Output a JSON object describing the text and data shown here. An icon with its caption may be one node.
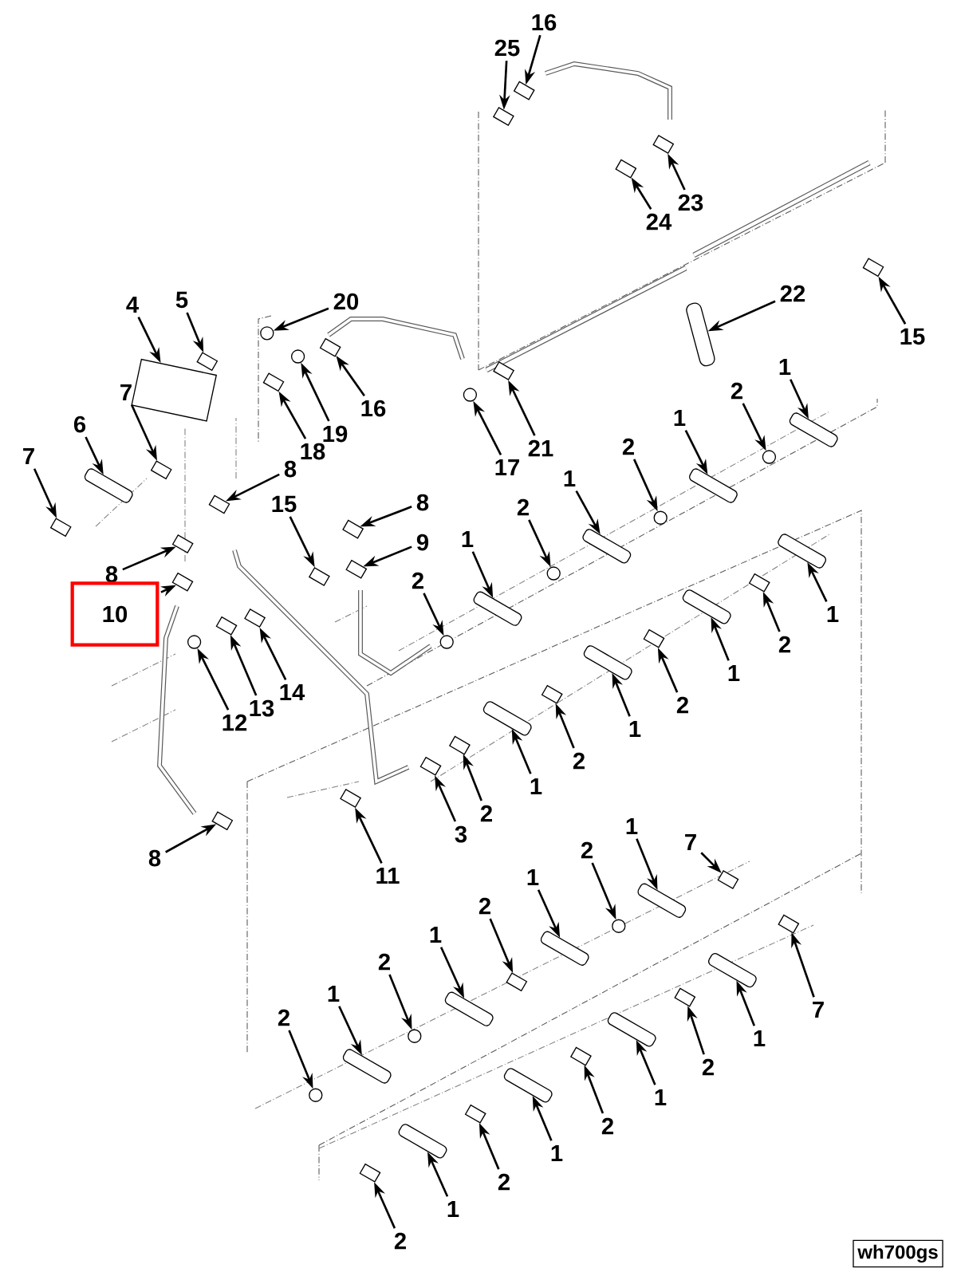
{
  "diagram": {
    "nodes": [
      {
        "text": [
          "16"
        ]
      },
      {
        "text": [
          "25"
        ]
      },
      {
        "text": [
          "23"
        ]
      },
      {
        "text": [
          "24"
        ]
      },
      {
        "text": [
          "22"
        ]
      },
      {
        "text": [
          "15"
        ]
      },
      {
        "text": [
          "4"
        ]
      },
      {
        "text": [
          "5"
        ]
      },
      {
        "text": [
          "20"
        ]
      },
      {
        "text": [
          "7"
        ]
      },
      {
        "text": [
          "16"
        ]
      },
      {
        "text": [
          "6"
        ]
      },
      {
        "text": [
          "19"
        ]
      },
      {
        "text": [
          "18"
        ]
      },
      {
        "text": [
          "7"
        ]
      },
      {
        "text": [
          "17"
        ]
      },
      {
        "text": [
          "21"
        ]
      },
      {
        "text": [
          "8"
        ]
      },
      {
        "text": [
          "15"
        ]
      },
      {
        "text": [
          "8"
        ]
      },
      {
        "text": [
          "9"
        ]
      },
      {
        "text": [
          "8"
        ]
      },
      {
        "text": [
          "10"
        ]
      },
      {
        "text": [
          "2"
        ]
      },
      {
        "text": [
          "1"
        ]
      },
      {
        "text": [
          "2"
        ]
      },
      {
        "text": [
          "1"
        ]
      },
      {
        "text": [
          "2"
        ]
      },
      {
        "text": [
          "1"
        ]
      },
      {
        "text": [
          "2"
        ]
      },
      {
        "text": [
          "1"
        ]
      },
      {
        "text": [
          "12"
        ]
      },
      {
        "text": [
          "13"
        ]
      },
      {
        "text": [
          "14"
        ]
      },
      {
        "text": [
          "1"
        ]
      },
      {
        "text": [
          "2"
        ]
      },
      {
        "text": [
          "1"
        ]
      },
      {
        "text": [
          "2"
        ]
      },
      {
        "text": [
          "1"
        ]
      },
      {
        "text": [
          "2"
        ]
      },
      {
        "text": [
          "1"
        ]
      },
      {
        "text": [
          "2"
        ]
      },
      {
        "text": [
          "3"
        ]
      },
      {
        "text": [
          "11"
        ]
      },
      {
        "text": [
          "8"
        ]
      },
      {
        "text": [
          "7"
        ]
      },
      {
        "text": [
          "1"
        ]
      },
      {
        "text": [
          "2"
        ]
      },
      {
        "text": [
          "1"
        ]
      },
      {
        "text": [
          "2"
        ]
      },
      {
        "text": [
          "1"
        ]
      },
      {
        "text": [
          "2"
        ]
      },
      {
        "text": [
          "1"
        ]
      },
      {
        "text": [
          "2"
        ]
      },
      {
        "text": [
          "7"
        ]
      },
      {
        "text": [
          "1"
        ]
      },
      {
        "text": [
          "2"
        ]
      },
      {
        "text": [
          "1"
        ]
      },
      {
        "text": [
          "2"
        ]
      },
      {
        "text": [
          "1"
        ]
      },
      {
        "text": [
          "2"
        ]
      },
      {
        "text": [
          "1"
        ]
      },
      {
        "text": [
          "2"
        ]
      },
      {
        "text": [],
        "shape": "box"
      },
      {
        "text": [],
        "shape": "box"
      },
      {
        "text": [],
        "shape": "box"
      },
      {
        "text": [],
        "shape": "box"
      },
      {
        "text": [],
        "shape": "bar"
      },
      {
        "text": [],
        "shape": "box"
      },
      {
        "text": [],
        "shape": "box"
      },
      {
        "text": [],
        "shape": "box"
      },
      {
        "text": [],
        "shape": "circle"
      },
      {
        "text": [],
        "shape": "box"
      },
      {
        "text": [],
        "shape": "box"
      },
      {
        "text": [],
        "shape": "cylinder"
      },
      {
        "text": [],
        "shape": "circle"
      },
      {
        "text": [],
        "shape": "box"
      },
      {
        "text": [],
        "shape": "box"
      },
      {
        "text": [],
        "shape": "circle"
      },
      {
        "text": [],
        "shape": "box"
      },
      {
        "text": [],
        "shape": "box"
      },
      {
        "text": [],
        "shape": "box"
      },
      {
        "text": [],
        "shape": "box"
      },
      {
        "text": [],
        "shape": "box"
      },
      {
        "text": [],
        "shape": "box"
      },
      {
        "text": [],
        "shape": "box"
      },
      {
        "text": [],
        "shape": "circle"
      },
      {
        "text": [],
        "shape": "cylinder"
      },
      {
        "text": [],
        "shape": "circle"
      },
      {
        "text": [],
        "shape": "cylinder"
      },
      {
        "text": [],
        "shape": "circle"
      },
      {
        "text": [],
        "shape": "cylinder"
      },
      {
        "text": [],
        "shape": "circle"
      },
      {
        "text": [],
        "shape": "cylinder"
      },
      {
        "text": [],
        "shape": "circle"
      },
      {
        "text": [],
        "shape": "box"
      },
      {
        "text": [],
        "shape": "box"
      },
      {
        "text": [],
        "shape": "cylinder"
      },
      {
        "text": [],
        "shape": "box"
      },
      {
        "text": [],
        "shape": "cylinder"
      },
      {
        "text": [],
        "shape": "box"
      },
      {
        "text": [],
        "shape": "cylinder"
      },
      {
        "text": [],
        "shape": "box"
      },
      {
        "text": [],
        "shape": "cylinder"
      },
      {
        "text": [],
        "shape": "box"
      },
      {
        "text": [],
        "shape": "box"
      },
      {
        "text": [],
        "shape": "box"
      },
      {
        "text": [],
        "shape": "box"
      },
      {
        "text": [],
        "shape": "box"
      },
      {
        "text": [],
        "shape": "cylinder"
      },
      {
        "text": [],
        "shape": "circle"
      },
      {
        "text": [],
        "shape": "cylinder"
      },
      {
        "text": [],
        "shape": "box"
      },
      {
        "text": [],
        "shape": "cylinder"
      },
      {
        "text": [],
        "shape": "circle"
      },
      {
        "text": [],
        "shape": "cylinder"
      },
      {
        "text": [],
        "shape": "circle"
      },
      {
        "text": [],
        "shape": "box"
      },
      {
        "text": [],
        "shape": "cylinder"
      },
      {
        "text": [],
        "shape": "box"
      },
      {
        "text": [],
        "shape": "cylinder"
      },
      {
        "text": [],
        "shape": "box"
      },
      {
        "text": [],
        "shape": "cylinder"
      },
      {
        "text": [],
        "shape": "box"
      },
      {
        "text": [],
        "shape": "cylinder"
      },
      {
        "text": [],
        "shape": "box"
      }
    ],
    "edges": [
      {
        "from": 0,
        "to": 63,
        "arrow": "to"
      },
      {
        "from": 1,
        "to": 64,
        "arrow": "to"
      },
      {
        "from": 2,
        "to": 65,
        "arrow": "to"
      },
      {
        "from": 3,
        "to": 66,
        "arrow": "to"
      },
      {
        "from": 4,
        "to": 67,
        "arrow": "to"
      },
      {
        "from": 5,
        "to": 68,
        "arrow": "to"
      },
      {
        "from": 6,
        "to": 69,
        "arrow": "to"
      },
      {
        "from": 7,
        "to": 70,
        "arrow": "to"
      },
      {
        "from": 8,
        "to": 71,
        "arrow": "to"
      },
      {
        "from": 9,
        "to": 72,
        "arrow": "to"
      },
      {
        "from": 10,
        "to": 73,
        "arrow": "to"
      },
      {
        "from": 11,
        "to": 74,
        "arrow": "to"
      },
      {
        "from": 12,
        "to": 75,
        "arrow": "to"
      },
      {
        "from": 13,
        "to": 76,
        "arrow": "to"
      },
      {
        "from": 14,
        "to": 77,
        "arrow": "to"
      },
      {
        "from": 15,
        "to": 78,
        "arrow": "to"
      },
      {
        "from": 16,
        "to": 79,
        "arrow": "to"
      },
      {
        "from": 17,
        "to": 80,
        "arrow": "to"
      },
      {
        "from": 18,
        "to": 81,
        "arrow": "to"
      },
      {
        "from": 19,
        "to": 82,
        "arrow": "to"
      },
      {
        "from": 20,
        "to": 83,
        "arrow": "to"
      },
      {
        "from": 21,
        "to": 84,
        "arrow": "to"
      },
      {
        "from": 22,
        "to": 85,
        "arrow": "to"
      },
      {
        "from": 23,
        "to": 86,
        "arrow": "to"
      },
      {
        "from": 24,
        "to": 87,
        "arrow": "to"
      },
      {
        "from": 25,
        "to": 88,
        "arrow": "to"
      },
      {
        "from": 26,
        "to": 89,
        "arrow": "to"
      },
      {
        "from": 27,
        "to": 90,
        "arrow": "to"
      },
      {
        "from": 28,
        "to": 91,
        "arrow": "to"
      },
      {
        "from": 29,
        "to": 92,
        "arrow": "to"
      },
      {
        "from": 30,
        "to": 93,
        "arrow": "to"
      },
      {
        "from": 31,
        "to": 94,
        "arrow": "to"
      },
      {
        "from": 32,
        "to": 95,
        "arrow": "to"
      },
      {
        "from": 33,
        "to": 96,
        "arrow": "to"
      },
      {
        "from": 34,
        "to": 97,
        "arrow": "to"
      },
      {
        "from": 35,
        "to": 98,
        "arrow": "to"
      },
      {
        "from": 36,
        "to": 99,
        "arrow": "to"
      },
      {
        "from": 37,
        "to": 100,
        "arrow": "to"
      },
      {
        "from": 38,
        "to": 101,
        "arrow": "to"
      },
      {
        "from": 39,
        "to": 102,
        "arrow": "to"
      },
      {
        "from": 40,
        "to": 103,
        "arrow": "to"
      },
      {
        "from": 41,
        "to": 104,
        "arrow": "to"
      },
      {
        "from": 42,
        "to": 105,
        "arrow": "to"
      },
      {
        "from": 43,
        "to": 106,
        "arrow": "to"
      },
      {
        "from": 44,
        "to": 107,
        "arrow": "to"
      },
      {
        "from": 45,
        "to": 108,
        "arrow": "to"
      },
      {
        "from": 46,
        "to": 109,
        "arrow": "to"
      },
      {
        "from": 47,
        "to": 110,
        "arrow": "to"
      },
      {
        "from": 48,
        "to": 111,
        "arrow": "to"
      },
      {
        "from": 49,
        "to": 112,
        "arrow": "to"
      },
      {
        "from": 50,
        "to": 113,
        "arrow": "to"
      },
      {
        "from": 51,
        "to": 114,
        "arrow": "to"
      },
      {
        "from": 52,
        "to": 115,
        "arrow": "to"
      },
      {
        "from": 53,
        "to": 116,
        "arrow": "to"
      },
      {
        "from": 54,
        "to": 117,
        "arrow": "to"
      },
      {
        "from": 55,
        "to": 118,
        "arrow": "to"
      },
      {
        "from": 56,
        "to": 119,
        "arrow": "to"
      },
      {
        "from": 57,
        "to": 120,
        "arrow": "to"
      },
      {
        "from": 58,
        "to": 121,
        "arrow": "to"
      },
      {
        "from": 59,
        "to": 122,
        "arrow": "to"
      },
      {
        "from": 60,
        "to": 123,
        "arrow": "to"
      },
      {
        "from": 61,
        "to": 124,
        "arrow": "to"
      },
      {
        "from": 62,
        "to": 125,
        "arrow": "to"
      }
    ],
    "labels": [
      "wh700gs"
    ]
  }
}
